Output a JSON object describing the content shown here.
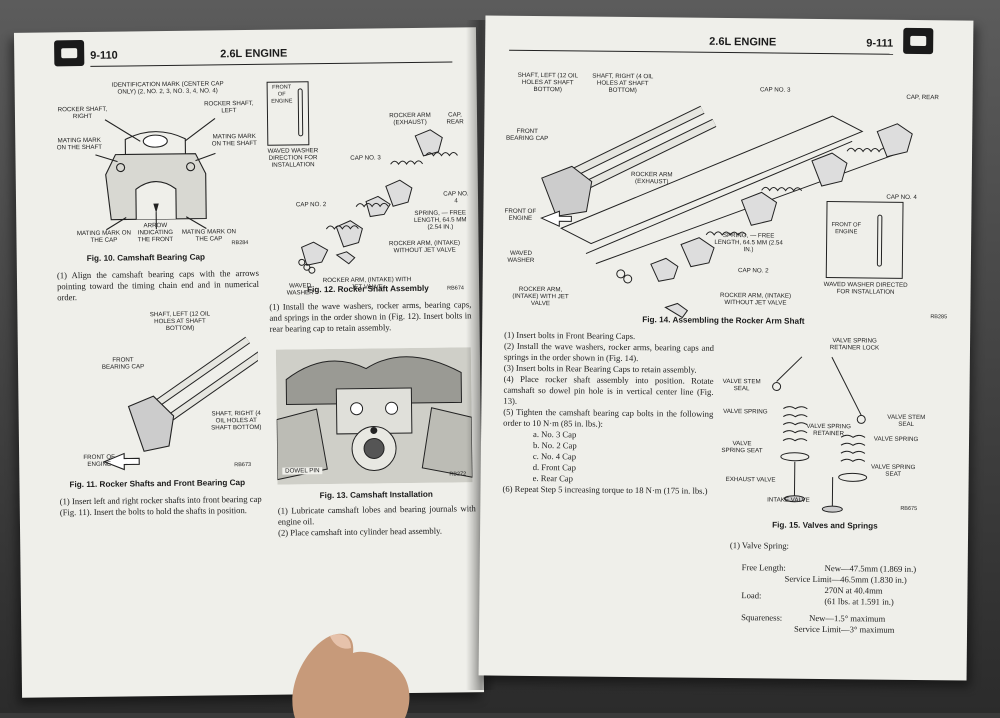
{
  "left_page": {
    "page_number": "9-110",
    "header_title": "2.6L ENGINE",
    "fig10": {
      "labels": {
        "id_mark": "IDENTIFICATION MARK (CENTER CAP ONLY) (2, NO. 2, 3, NO. 3, 4, NO. 4)",
        "rocker_right": "ROCKER SHAFT, RIGHT",
        "rocker_left": "ROCKER SHAFT, LEFT",
        "mating_shaft_l": "MATING MARK ON THE SHAFT",
        "mating_shaft_r": "MATING MARK ON THE SHAFT",
        "mating_cap_l": "MATING MARK ON THE CAP",
        "arrow_front": "ARROW INDICATING THE FRONT",
        "mating_cap_r": "MATING MARK ON THE CAP",
        "rb": "RB284"
      },
      "caption": "Fig. 10.   Camshaft Bearing Cap"
    },
    "fig12": {
      "labels": {
        "front_engine": "FRONT OF ENGINE",
        "waved_dir": "WAVED WASHER DIRECTION FOR INSTALLATION",
        "rocker_exhaust": "ROCKER ARM (EXHAUST)",
        "cap_rear": "CAP, REAR",
        "cap3": "CAP NO. 3",
        "cap4": "CAP NO. 4",
        "cap2": "CAP NO. 2",
        "spring": "SPRING, — FREE LENGTH, 64.5 mm (2.54 IN.)",
        "intake_without": "ROCKER ARM, (INTAKE) WITHOUT JET VALVE",
        "waved": "WAVED WASHER",
        "intake_with": "ROCKER ARM, (INTAKE) WITH JET VALVE",
        "rb": "RB674"
      },
      "caption": "Fig. 12.   Rocker Shaft Assembly"
    },
    "para_fig10": "(1) Align the camshaft bearing caps with the arrows pointing toward the timing chain end and in numerical order.",
    "para_fig12": "(1) Install the wave washers, rocker arms, bearing caps, and springs in the order shown in (Fig. 12). Insert bolts in rear bearing cap to retain assembly.",
    "fig11": {
      "labels": {
        "shaft_left": "SHAFT, LEFT (12 OIL HOLES AT SHAFT BOTTOM)",
        "front_cap": "FRONT BEARING CAP",
        "shaft_right": "SHAFT, RIGHT (4 OIL HOLES AT SHAFT BOTTOM)",
        "front_engine": "FRONT OF ENGINE",
        "rb": "RB673"
      },
      "caption": "Fig. 11.   Rocker Shafts and Front Bearing Cap"
    },
    "fig13": {
      "labels": {
        "dowel": "DOWEL PIN",
        "rb": "RB272"
      },
      "caption": "Fig. 13.   Camshaft Installation"
    },
    "para_fig11": "(1) Insert left and right rocker shafts into front bearing cap (Fig. 11). Insert the bolts to hold the shafts in position.",
    "para_fig13_1": "(1) Lubricate camshaft lobes and bearing journals with engine oil.",
    "para_fig13_2": "(2) Place camshaft into cylinder head assembly."
  },
  "right_page": {
    "page_number": "9-111",
    "header_title": "2.6L ENGINE",
    "fig14": {
      "labels": {
        "shaft_left": "SHAFT, LEFT (12 OIL HOLES AT SHAFT BOTTOM)",
        "shaft_right": "SHAFT, RIGHT (4 OIL HOLES AT SHAFT BOTTOM)",
        "cap3": "CAP NO. 3",
        "cap_rear": "CAP, REAR",
        "front_cap": "FRONT BEARING CAP",
        "rocker_exhaust": "ROCKER ARM (EXHAUST)",
        "cap4": "CAP NO. 4",
        "front_engine": "FRONT OF ENGINE",
        "spring": "SPRING, — FREE LENGTH, 64.5 mm (2.54 IN.)",
        "waved": "WAVED WASHER",
        "cap2": "CAP NO. 2",
        "waved_dir": "WAVED WASHER DIRECTED FOR INSTALLATION",
        "intake_with": "ROCKER ARM, (INTAKE) WITH JET VALVE",
        "intake_without": "ROCKER ARM, (INTAKE) WITHOUT JET VALVE",
        "rb": "RB285"
      },
      "caption": "Fig. 14.   Assembling the Rocker Arm Shaft"
    },
    "steps": [
      "(1) Insert bolts in Front Bearing Caps.",
      "(2) Install the wave washers, rocker arms, bearing caps and springs in the order shown in (Fig. 14).",
      "(3) Insert bolts in Rear Bearing Caps to retain assembly.",
      "(4) Place rocker shaft assembly into position. Rotate camshaft so dowel pin hole is in vertical center line (Fig. 13).",
      "(5) Tighten the camshaft bearing cap bolts in the following order to 10 N·m (85 in. lbs.):"
    ],
    "substeps": [
      "a. No. 3 Cap",
      "b. No. 2 Cap",
      "c. No. 4 Cap",
      "d. Front Cap",
      "e. Rear Cap"
    ],
    "step6": "(6) Repeat Step 5 increasing torque to 18 N·m (175 in. lbs.)",
    "fig15": {
      "labels": {
        "retainer_lock": "VALVE SPRING RETAINER LOCK",
        "stem_seal_l": "VALVE STEM SEAL",
        "stem_seal_r": "VALVE STEM SEAL",
        "valve_spring_l": "VALVE SPRING",
        "valve_spring_r": "VALVE SPRING",
        "retainer": "VALVE SPRING RETAINER",
        "seat_l": "VALVE SPRING SEAT",
        "seat_r": "VALVE SPRING SEAT",
        "exhaust_valve": "EXHAUST VALVE",
        "intake_valve": "INTAKE VALVE",
        "rb": "RB675"
      },
      "caption": "Fig. 15.   Valves and Springs"
    },
    "spec_title": "(1) Valve Spring:",
    "specs": {
      "free_length_label": "Free Length:",
      "free_length_new": "New—47.5mm (1.869 in.)",
      "free_length_limit": "Service Limit—46.5mm (1.830 in.)",
      "load_label": "Load:",
      "load_1": "270N at 40.4mm",
      "load_2": "(61 lbs. at 1.591 in.)",
      "square_label": "Squareness:",
      "square_new": "New—1.5° maximum",
      "square_limit": "Service Limit—3° maximum"
    }
  }
}
